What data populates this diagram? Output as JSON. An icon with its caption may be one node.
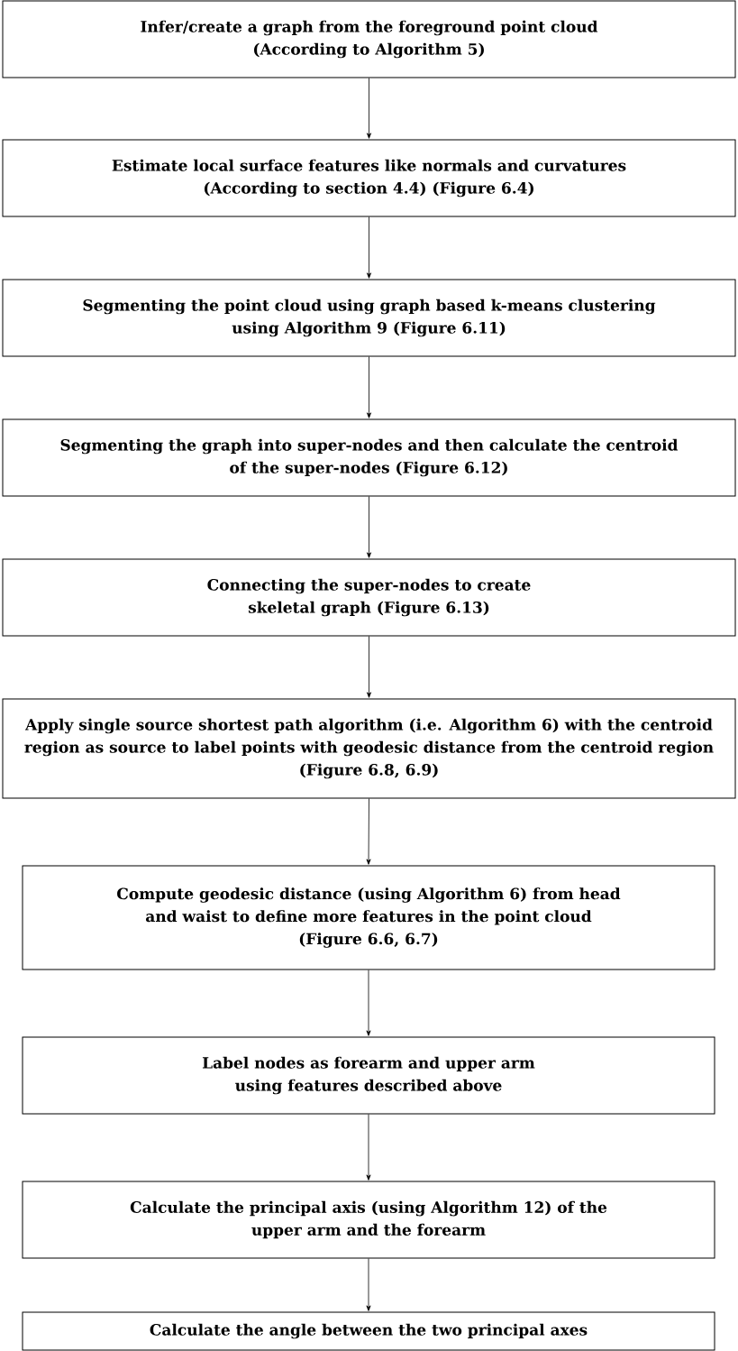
{
  "diagram": {
    "nodes": [
      {
        "text": [
          "Infer/create a graph from the foreground point cloud (According to Algorithm 5)"
        ]
      },
      {
        "text": [
          "Estimate local surface features like normals and curvatures (According to section 4.4) (Figure 6.4)"
        ]
      },
      {
        "text": [
          "Segmenting the point cloud using graph based k-means clustering using Algorithm 9 (Figure 6.11)"
        ]
      },
      {
        "text": [
          "Segmenting the graph into super-nodes and then calculate the centroid of the super-nodes (Figure 6.12)"
        ]
      },
      {
        "text": [
          "Connecting the super-nodes to create skeletal graph (Figure 6.13)"
        ]
      },
      {
        "text": [
          "Apply single source shortest path algorithm (i.e. Algorithm 6) with the centroid region as source to label points with geodesic distance from the centroid region (Figure 6.8, 6.9)"
        ]
      },
      {
        "text": [
          "Compute geodesic distance (using Algorithm 6) from head and waist to define more features in the point cloud (Figure 6.6, 6.7)"
        ]
      },
      {
        "text": [
          "Label nodes as forearm and upper arm using features described above"
        ]
      },
      {
        "text": [
          "Calculate the principal axis (using Algorithm 12) of the upper arm and the forearm"
        ]
      },
      {
        "text": [
          "Calculate the angle between the two principal axes"
        ]
      }
    ],
    "edges": [
      {
        "from": 0,
        "to": 1,
        "arrow": "to"
      },
      {
        "from": 1,
        "to": 2,
        "arrow": "to"
      },
      {
        "from": 2,
        "to": 3,
        "arrow": "to"
      },
      {
        "from": 3,
        "to": 4,
        "arrow": "to"
      },
      {
        "from": 4,
        "to": 5,
        "arrow": "to"
      },
      {
        "from": 5,
        "to": 6,
        "arrow": "to"
      },
      {
        "from": 6,
        "to": 7,
        "arrow": "to"
      },
      {
        "from": 7,
        "to": 8,
        "arrow": "to"
      },
      {
        "from": 8,
        "to": 9,
        "arrow": "to"
      }
    ]
  }
}
